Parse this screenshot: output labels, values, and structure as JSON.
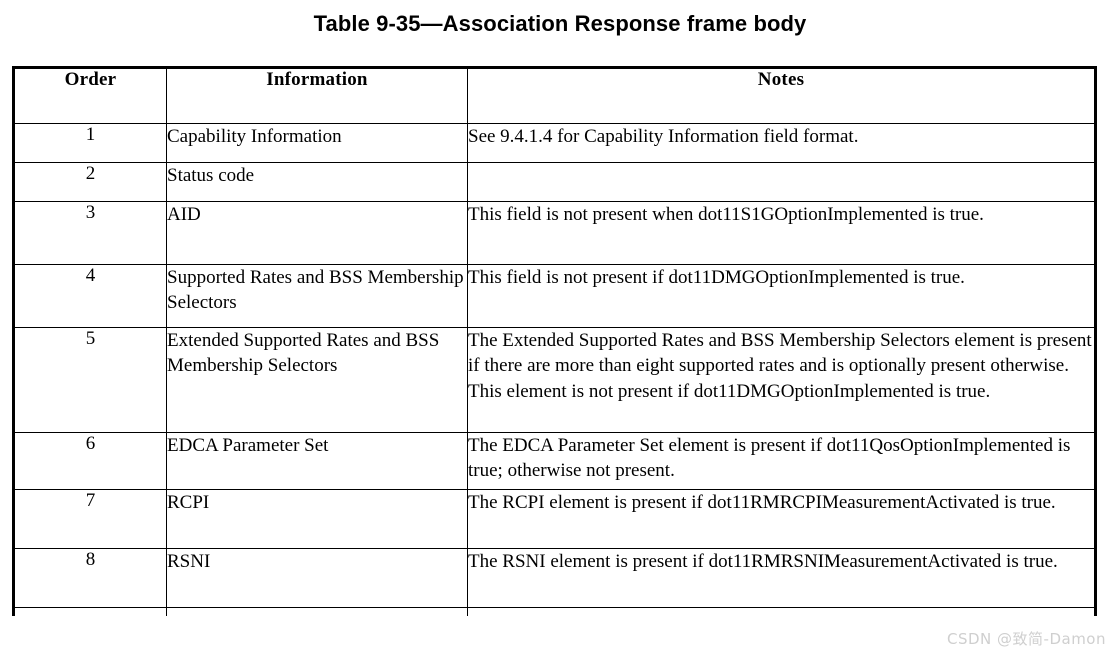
{
  "title": "Table 9-35—Association Response frame body",
  "table": {
    "columns": [
      "Order",
      "Information",
      "Notes"
    ],
    "rows": [
      {
        "order": "1",
        "information": "Capability Information",
        "notes": "See 9.4.1.4 for Capability Information field format."
      },
      {
        "order": "2",
        "information": "Status code",
        "notes": ""
      },
      {
        "order": "3",
        "information": "AID",
        "notes": "This field is not present when dot11S1GOptionImplemented is true."
      },
      {
        "order": "4",
        "information": "Supported Rates and BSS Membership Selectors",
        "notes": "This field is not present if dot11DMGOptionImplemented is true."
      },
      {
        "order": "5",
        "information": "Extended Supported Rates and BSS Membership Selectors",
        "notes": "The Extended Supported Rates and BSS Membership Selectors element is present if there are more than eight supported rates and is optionally present otherwise. This element is not present if dot11DMGOptionImplemented is true."
      },
      {
        "order": "6",
        "information": "EDCA Parameter Set",
        "notes": "The EDCA Parameter Set element is present if dot11QosOptionImplemented is true; otherwise not present."
      },
      {
        "order": "7",
        "information": "RCPI",
        "notes": "The RCPI element is present if dot11RMRCPIMeasurementActivated is true."
      },
      {
        "order": "8",
        "information": "RSNI",
        "notes": "The RSNI element is present if dot11RMRSNIMeasurementActivated is true."
      },
      {
        "order": "",
        "information": "",
        "notes": ""
      }
    ]
  },
  "watermark": "CSDN @致简-Damon"
}
